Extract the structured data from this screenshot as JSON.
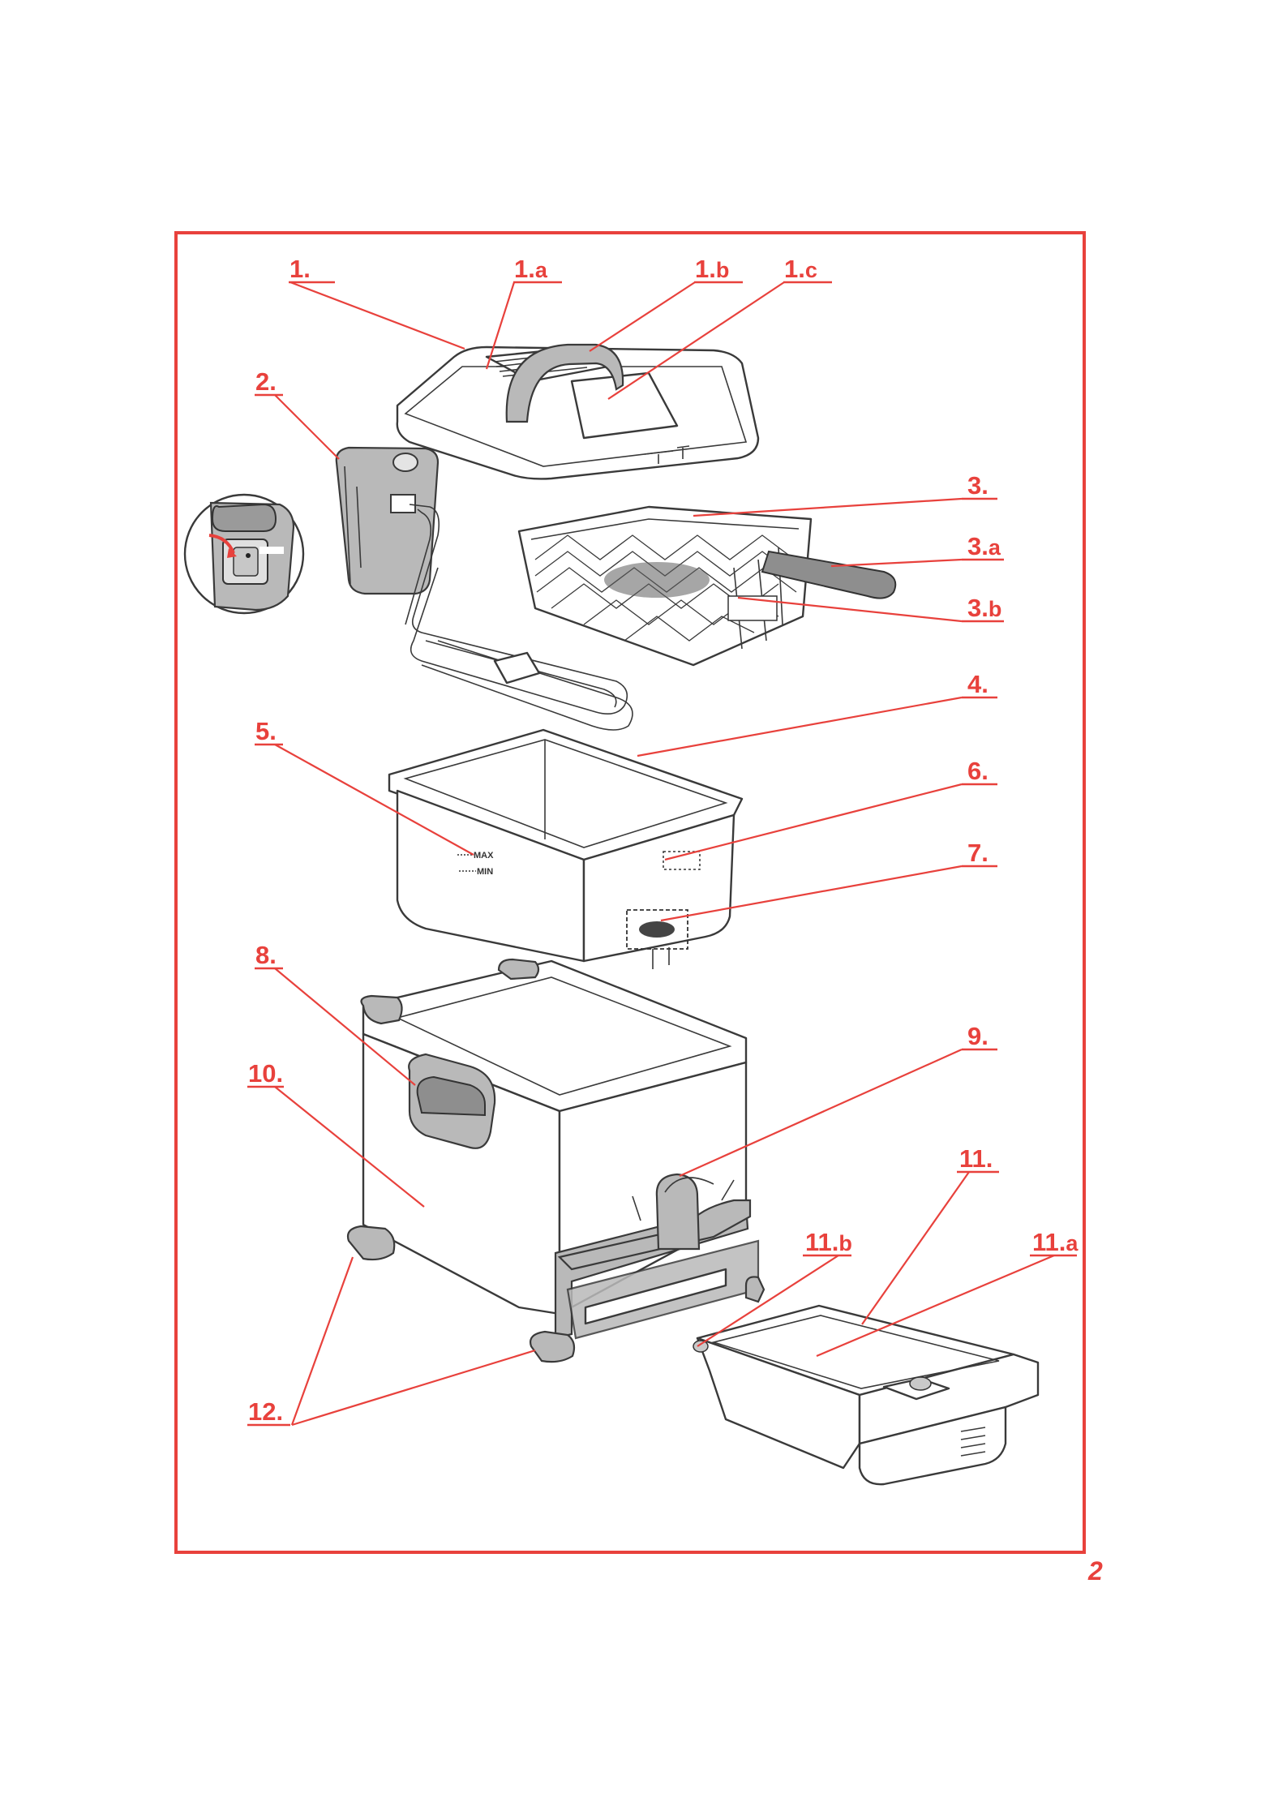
{
  "callouts": {
    "c1": "1.",
    "c1a_num": "1.",
    "c1a_sub": "a",
    "c1b_num": "1.",
    "c1b_sub": "b",
    "c1c_num": "1.",
    "c1c_sub": "c",
    "c2": "2.",
    "c3": "3.",
    "c3a_num": "3.",
    "c3a_sub": "a",
    "c3b_num": "3.",
    "c3b_sub": "b",
    "c4": "4.",
    "c5": "5.",
    "c6": "6.",
    "c7": "7.",
    "c8": "8.",
    "c9": "9.",
    "c10": "10.",
    "c11": "11.",
    "c11a_num": "11.",
    "c11a_sub": "a",
    "c11b_num": "11.",
    "c11b_sub": "b",
    "c12": "12."
  },
  "bowl_marks": {
    "max": "MAX",
    "min": "MIN"
  },
  "page_number": "2",
  "colors": {
    "accent": "#e8413c",
    "ink": "#3a3a3a",
    "part_grey": "#b9b9b9"
  }
}
